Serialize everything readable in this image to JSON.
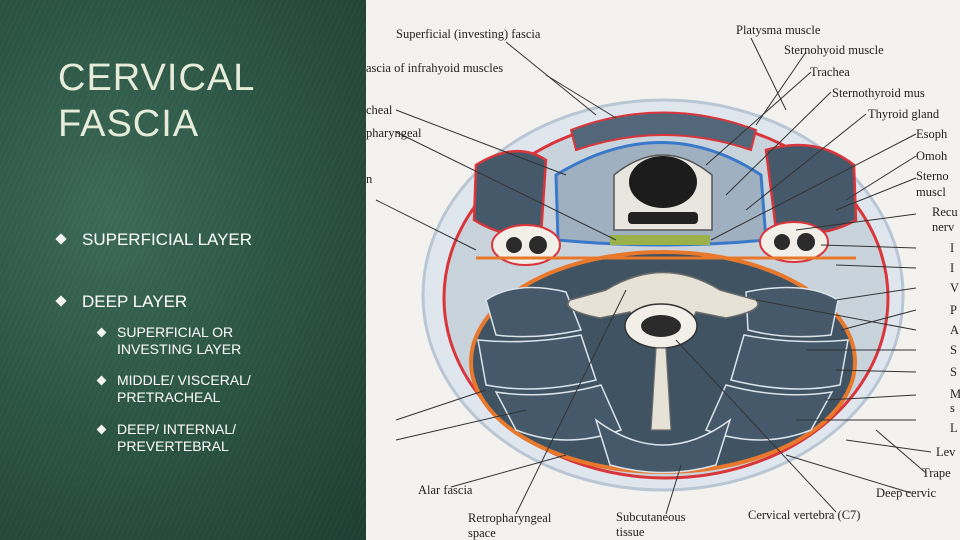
{
  "slide": {
    "title": "CERVICAL\nFASCIA",
    "bullets": [
      "SUPERFICIAL LAYER",
      "DEEP LAYER"
    ],
    "sub_bullets": [
      "SUPERFICIAL OR INVESTING LAYER",
      "MIDDLE/ VISCERAL/ PRETRACHEAL",
      "DEEP/ INTERNAL/ PREVERTEBRAL"
    ]
  },
  "figure": {
    "top_labels": [
      "Superficial (investing) fascia",
      "Platysma muscle",
      "Sternohyoid muscle",
      "ascia of infrahyoid muscles",
      "Trachea",
      "Sternothyroid mus",
      "Thyroid gland",
      "cheal",
      "pharyngeal",
      "Esoph",
      "Omoh",
      "Sterno",
      "muscl",
      "n"
    ],
    "right_labels": [
      "Recu",
      "nerv",
      "I",
      "I",
      "V",
      "P",
      "A",
      "S",
      "S",
      "M",
      "s",
      "L",
      "Lev",
      "Trape",
      "Deep cervic"
    ],
    "bottom_labels": [
      "Alar fascia",
      "Retropharyngeal",
      "space",
      "Subcutaneous",
      "tissue",
      "Cervical vertebra (C7)"
    ],
    "colors": {
      "fascia_red": "#d9353a",
      "fascia_orange": "#e8782c",
      "fascia_blue": "#3a78c9",
      "muscle": "#46596a",
      "slide_green": "#2d5646"
    }
  }
}
